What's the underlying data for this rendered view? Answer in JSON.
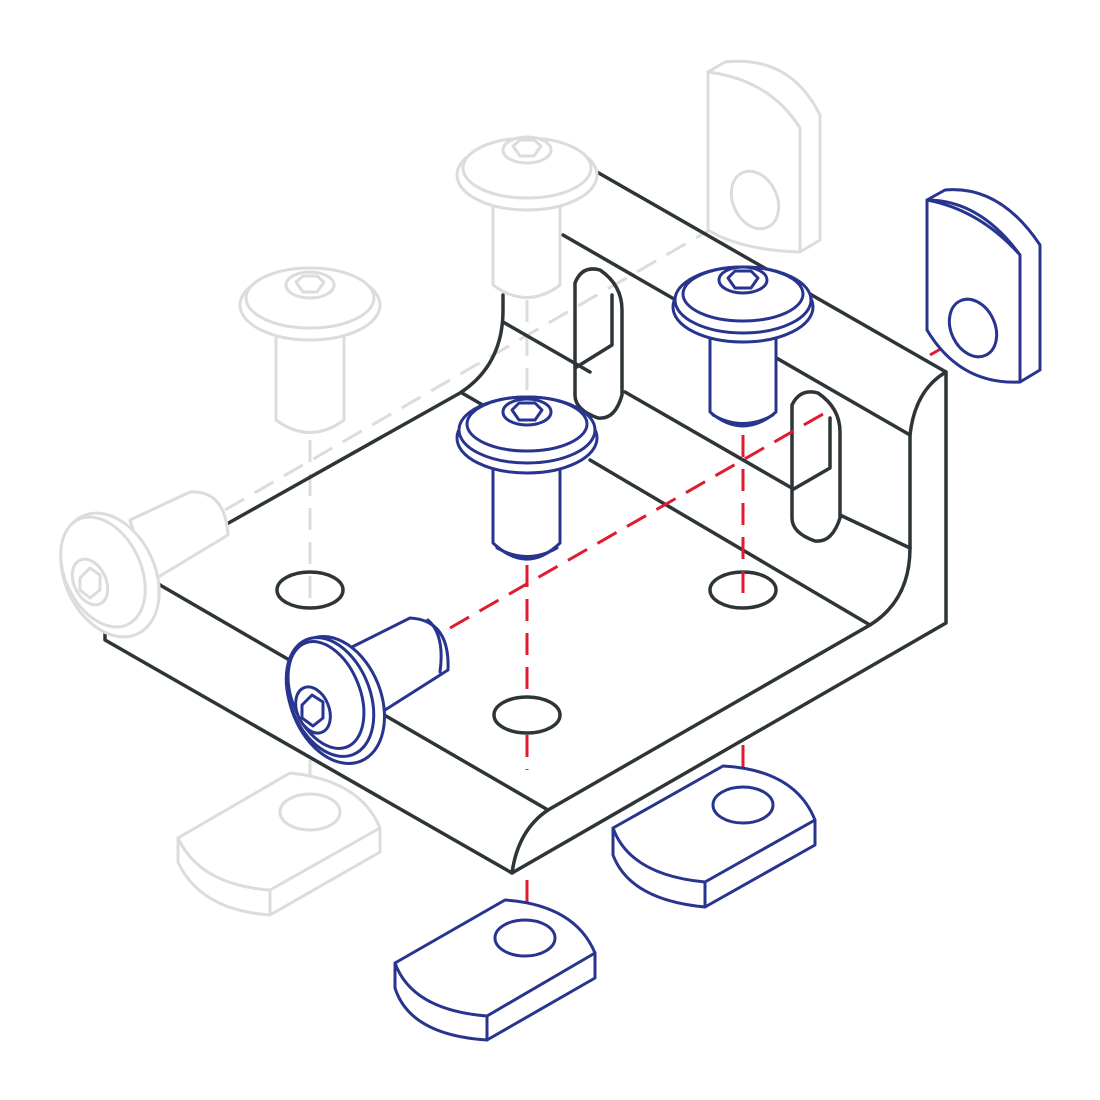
{
  "diagram": {
    "type": "exploded-isometric-assembly",
    "colors": {
      "bracket": "#2e3538",
      "active_parts": "#28358f",
      "ghost_parts": "#dcdcdc",
      "axis_lines": "#e01b2f",
      "background": "#ffffff"
    },
    "icons": [
      "angle-bracket",
      "button-head-screw",
      "t-slot-nut",
      "hex-socket"
    ]
  }
}
